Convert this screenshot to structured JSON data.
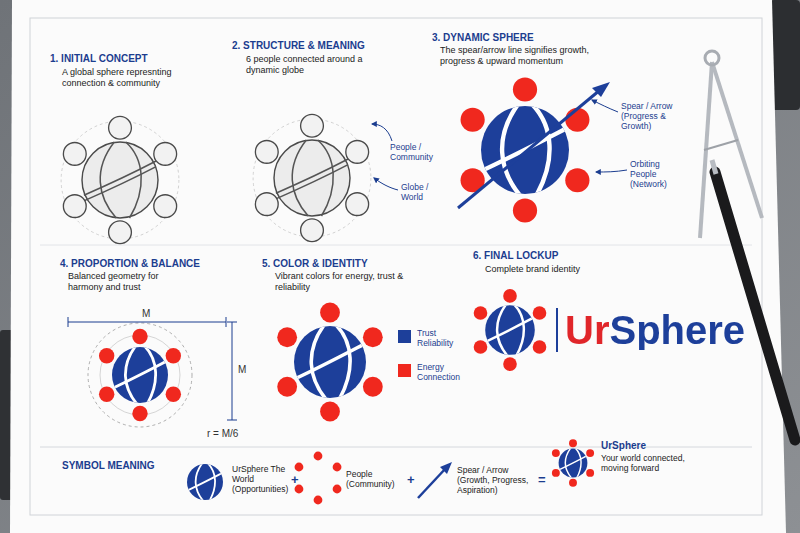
{
  "diagram": {
    "labels": [
      "1. INITIAL CONCEPT",
      "A global sphere represnting connection & community",
      "2. STRUCTURE & MEANING",
      "6 people connected around a dynamic globe",
      "People / Community",
      "Globe / World",
      "3. DYNAMIC SPHERE",
      "The spear/arrow line signifies growth, progress & upward momentum",
      "Spear / Arrow (Progress & Growth)",
      "Orbiting People (Network)",
      "4. PROPORTION & BALANCE",
      "Balanced geometry for harmony and trust",
      "M",
      "M",
      "r = M/6",
      "5. COLOR & IDENTITY",
      "Vibrant colors for energy, trust & reliability",
      "6. FINAL LOCKUP",
      "Complete brand identity",
      "UrSphere",
      "SYMBOL MEANING",
      "UrSphere The World (Opportunities)",
      "+",
      "People (Community)",
      "+",
      "Spear / Arrow (Growth, Progress, Aspiration)",
      "=",
      "UrSphere",
      "Your world connected, moving forward"
    ],
    "legend": [
      {
        "text": "Trust Reliability",
        "color": "#1d3f9a"
      },
      {
        "text": "Energy Connection",
        "color": "#f0281e"
      }
    ]
  }
}
